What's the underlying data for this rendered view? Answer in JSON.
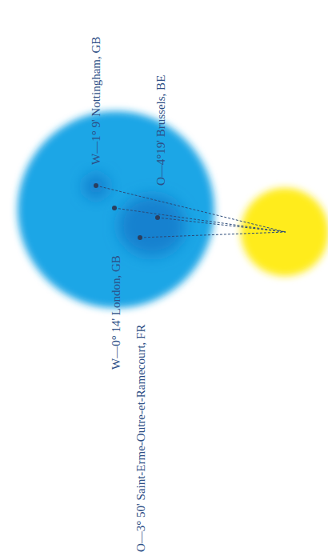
{
  "diagram": {
    "labels": [
      "W—1° 9' Nottingham, GB",
      "O—4°19' Brussels, BE",
      "W—0° 14' London, GB",
      "O—3° 50' Saint-Erme-Outre-et-Ramecourt, FR"
    ]
  }
}
